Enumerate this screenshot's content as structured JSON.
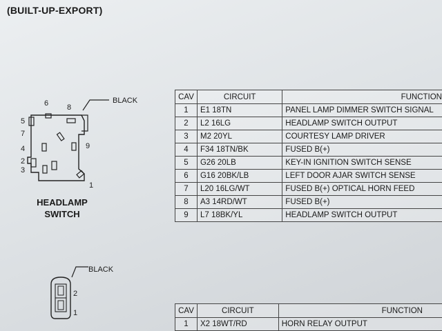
{
  "header": {
    "subtitle": "(BUILT-UP-EXPORT)"
  },
  "headlamp_switch": {
    "title_line1": "HEADLAMP",
    "title_line2": "SWITCH",
    "color_label": "BLACK",
    "pin_labels": [
      "6",
      "8",
      "5",
      "7",
      "4",
      "2",
      "3",
      "9",
      "1"
    ]
  },
  "table_main": {
    "headers": [
      "CAV",
      "CIRCUIT",
      "FUNCTION"
    ],
    "rows": [
      {
        "cav": "1",
        "circuit": "E1 18TN",
        "function": "PANEL LAMP DIMMER SWITCH SIGNAL"
      },
      {
        "cav": "2",
        "circuit": "L2 16LG",
        "function": "HEADLAMP SWITCH OUTPUT"
      },
      {
        "cav": "3",
        "circuit": "M2 20YL",
        "function": "COURTESY LAMP DRIVER"
      },
      {
        "cav": "4",
        "circuit": "F34 18TN/BK",
        "function": "FUSED B(+)"
      },
      {
        "cav": "5",
        "circuit": "G26 20LB",
        "function": "KEY-IN IGNITION SWITCH SENSE"
      },
      {
        "cav": "6",
        "circuit": "G16 20BK/LB",
        "function": "LEFT DOOR AJAR SWITCH SENSE"
      },
      {
        "cav": "7",
        "circuit": "L20 16LG/WT",
        "function": "FUSED B(+) OPTICAL HORN FEED"
      },
      {
        "cav": "8",
        "circuit": "A3 14RD/WT",
        "function": "FUSED B(+)"
      },
      {
        "cav": "9",
        "circuit": "L7 18BK/YL",
        "function": "HEADLAMP SWITCH OUTPUT"
      }
    ]
  },
  "second_connector": {
    "color_label": "BLACK",
    "pin_labels": [
      "2",
      "1"
    ]
  },
  "table_second": {
    "headers": [
      "CAV",
      "CIRCUIT",
      "FUNCTION"
    ],
    "rows": [
      {
        "cav": "1",
        "circuit": "X2 18WT/RD",
        "function": "HORN RELAY OUTPUT"
      }
    ]
  }
}
